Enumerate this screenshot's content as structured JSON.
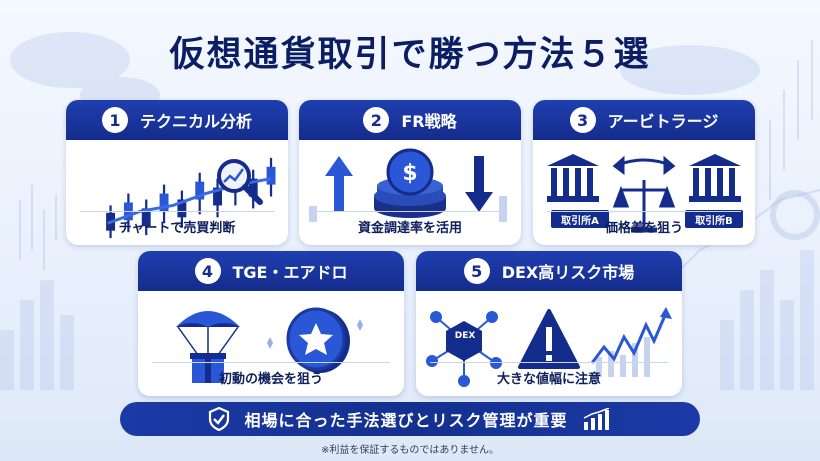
{
  "title": "仮想通貨取引で勝つ方法５選",
  "cards": [
    {
      "number": "1",
      "header": "テクニカル分析",
      "caption": "チャートで売買判断"
    },
    {
      "number": "2",
      "header": "FR戦略",
      "caption": "資金調達率を活用"
    },
    {
      "number": "3",
      "header": "アービトラージ",
      "caption": "価格差を狙う",
      "exchange_a": "取引所A",
      "exchange_b": "取引所B"
    },
    {
      "number": "4",
      "header": "TGE・エアドロ",
      "caption": "初動の機会を狙う"
    },
    {
      "number": "5",
      "header": "DEX高リスク市場",
      "caption": "大きな値幅に注意",
      "dex_label": "DEX"
    }
  ],
  "banner": "相場に合った手法選びとリスク管理が重要",
  "note": "※利益を保証するものではありません。",
  "icons": {
    "card1": [
      "candlestick-chart-icon",
      "magnifier-icon"
    ],
    "card2": [
      "arrow-up-icon",
      "coin-stack-icon",
      "arrow-down-icon"
    ],
    "card3": [
      "exchange-building-icon",
      "swap-arrows-icon",
      "balance-scale-icon"
    ],
    "card4": [
      "parachute-gift-icon",
      "star-coin-icon"
    ],
    "card5": [
      "dex-network-icon",
      "warning-icon",
      "volatile-chart-icon"
    ],
    "banner": [
      "shield-check-icon",
      "bar-chart-icon"
    ]
  },
  "colors": {
    "primary": "#142c8c",
    "accent": "#2a57d6",
    "title": "#0b1d63",
    "warning": "#1b2f8f"
  }
}
